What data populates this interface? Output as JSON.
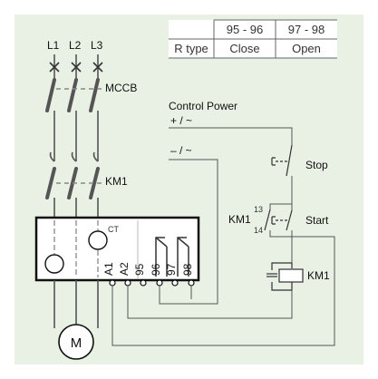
{
  "colors": {
    "panel_bg": "#e8f1e3",
    "wire": "#555555",
    "wire_light": "#8a8a8a",
    "component_box": "#111111",
    "table_line": "#666666"
  },
  "table": {
    "headers": [
      "",
      "95 - 96",
      "97 - 98"
    ],
    "rows": [
      [
        "R type",
        "Close",
        "Open"
      ]
    ]
  },
  "labels": {
    "phase_l1": "L1",
    "phase_l2": "L2",
    "phase_l3": "L3",
    "mccb": "MCCB",
    "km1_contactor": "KM1",
    "ct": "CT",
    "control_power": "Control Power",
    "positive": "+ / ~",
    "negative": "– / ~",
    "stop": "Stop",
    "start": "Start",
    "km1_aux": "KM1",
    "contact_13": "13",
    "contact_14": "14",
    "km1_coil": "KM1",
    "motor": "M",
    "terminals": [
      "A1",
      "A2",
      "95",
      "96",
      "97",
      "98"
    ]
  },
  "icons": {
    "breaker": "x-cross-contact-icon",
    "contact": "normally-open-contact-icon",
    "motor": "motor-circle-icon",
    "coil": "coil-rectangle-icon"
  }
}
